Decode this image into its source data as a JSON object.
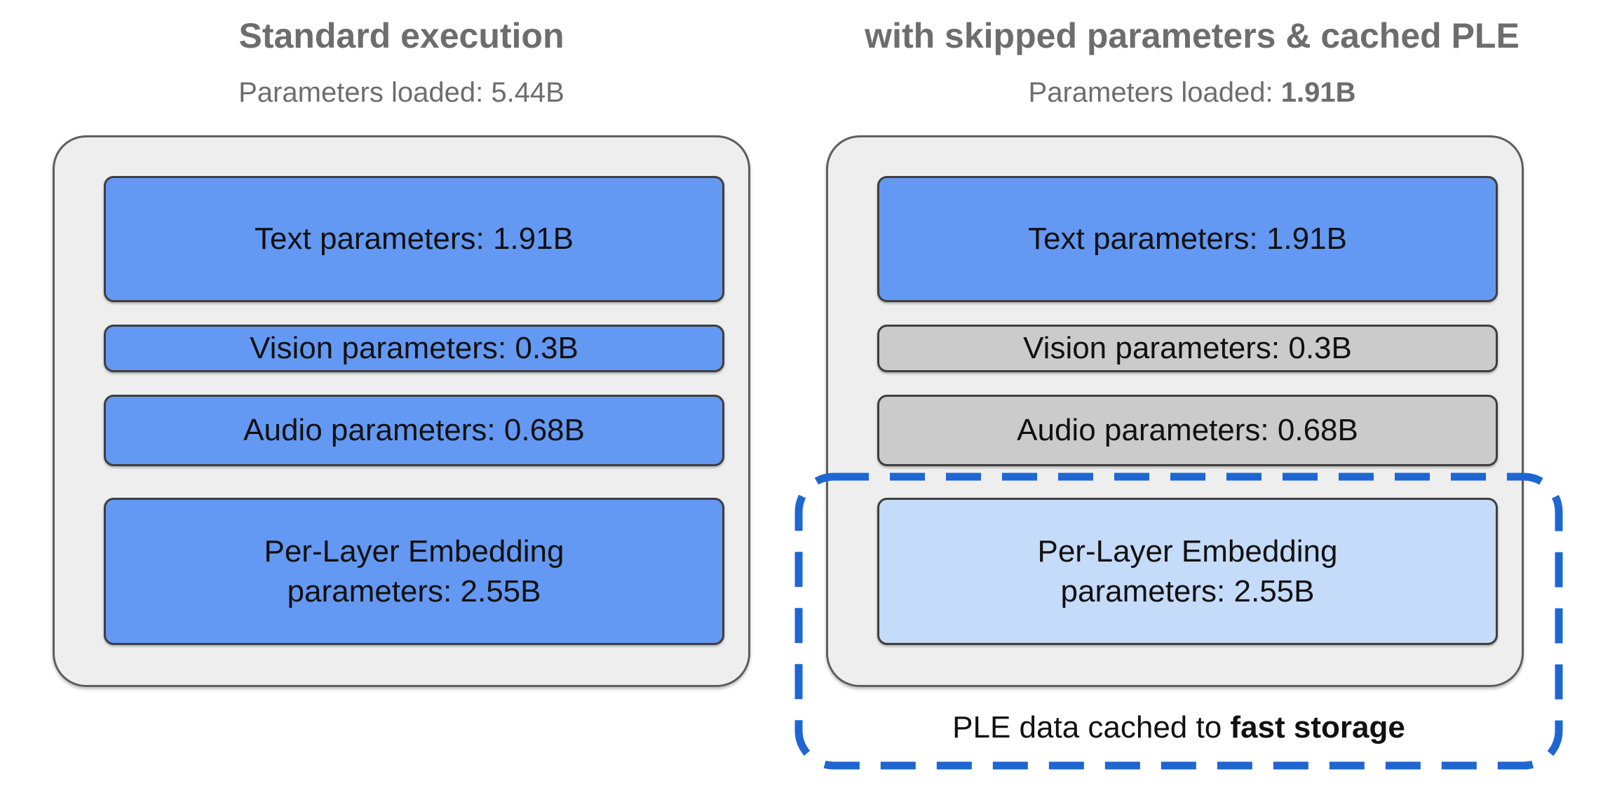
{
  "figure": {
    "left_panel": {
      "title": "Standard execution",
      "subtitle_prefix": "Parameters loaded: ",
      "subtitle_value": "5.44B",
      "blocks": {
        "text": {
          "label": "Text parameters: 1.91B"
        },
        "vision": {
          "label": "Vision parameters: 0.3B"
        },
        "audio": {
          "label": "Audio parameters: 0.68B"
        },
        "ple": {
          "line1": "Per-Layer Embedding",
          "line2": "parameters: 2.55B"
        }
      }
    },
    "right_panel": {
      "title": "with skipped parameters & cached PLE",
      "subtitle_prefix": "Parameters loaded: ",
      "subtitle_value": "1.91B",
      "blocks": {
        "text": {
          "label": "Text parameters: 1.91B"
        },
        "vision": {
          "label": "Vision parameters: 0.3B"
        },
        "audio": {
          "label": "Audio parameters: 0.68B"
        },
        "ple": {
          "line1": "Per-Layer Embedding",
          "line2": "parameters: 2.55B"
        }
      },
      "caption_prefix": "PLE data cached to ",
      "caption_bold": "fast storage"
    }
  },
  "colors": {
    "loaded_block": "#6499f3",
    "skipped_block": "#cbcbcb",
    "cached_ple_block": "#c5dbfa",
    "container_bg": "#eeeeee",
    "container_border": "#5e5e5e",
    "block_border": "#3f3f3f",
    "dashed_outline": "#1e66d2",
    "heading_text": "#6d6d6d",
    "body_text": "#111111"
  }
}
